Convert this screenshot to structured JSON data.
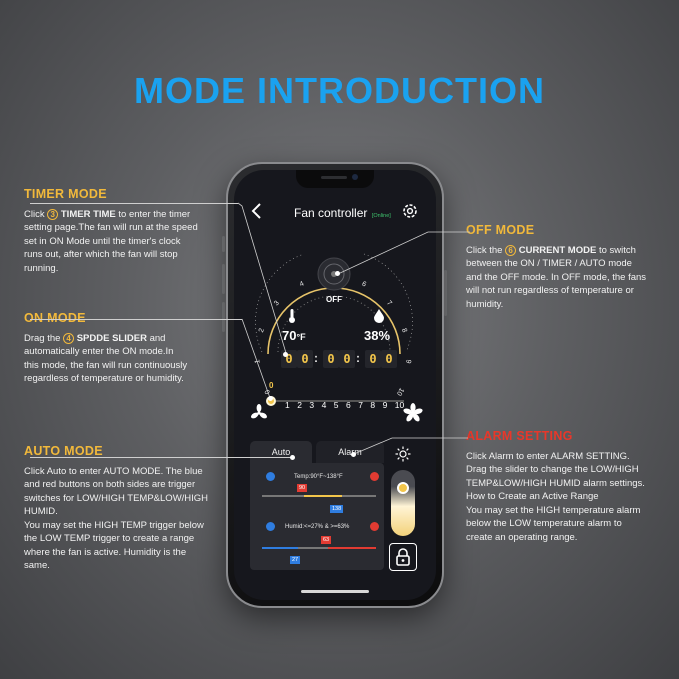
{
  "headline": "MODE INTRODUCTION",
  "timer_mode": {
    "title": "TIMER MODE",
    "num": "3",
    "keyword": "TIMER TIME",
    "lines_first": [
      "Click ",
      " to enter the timer"
    ],
    "lines": [
      "setting page.The fan will run at the speed",
      "set in ON Mode until the timer's clock",
      "runs out, after which the fan will stop",
      "running."
    ]
  },
  "on_mode": {
    "title": "ON MODE",
    "num": "4",
    "keyword": "SPDDE SLIDER",
    "lines_first": [
      "Drag the ",
      " and"
    ],
    "lines": [
      "automatically enter the ON mode.In",
      "this mode, the fan will run continuously",
      "regardless of temperature or humidity."
    ]
  },
  "auto_mode": {
    "title": "AUTO MODE",
    "lines": [
      "Click Auto to enter AUTO MODE. The blue",
      "and red buttons on both sides are trigger",
      "switches for LOW/HIGH TEMP&LOW/HIGH",
      "HUMID.",
      "You may set the HIGH TEMP trigger below",
      "the LOW TEMP trigger to create a range",
      "where the fan is active. Humidity is the",
      "same."
    ]
  },
  "off_mode": {
    "title": "OFF MODE",
    "num": "6",
    "keyword": "CURRENT MODE",
    "lines_first": [
      "Click the ",
      " to switch"
    ],
    "lines": [
      "between the ON / TIMER / AUTO mode",
      "and the OFF mode. In OFF mode, the fans",
      "will not run regardless of temperature or",
      "humidity."
    ]
  },
  "alarm_setting": {
    "title": "ALARM SETTING",
    "lines": [
      "Click Alarm to enter ALARM SETTING.",
      "Drag the slider to change the LOW/HIGH",
      "TEMP&LOW/HIGH HUMID alarm settings.",
      "How to Create an Active Range",
      "You may set the HIGH temperature alarm",
      "below the LOW temperature alarm to",
      "create an operating range."
    ]
  },
  "app": {
    "title": "Fan controller",
    "status": "[Online]",
    "mode_label": "OFF",
    "temperature": "70",
    "temp_unit": "°F",
    "humidity": "38%",
    "timer_digits": [
      "0",
      "0",
      "0",
      "0",
      "0",
      "0"
    ],
    "dial_numbers": [
      "0",
      "1",
      "2",
      "3",
      "4",
      "5",
      "6",
      "7",
      "8",
      "9",
      "10"
    ],
    "speed_marker": "0",
    "speed_numbers": [
      "1",
      "2",
      "3",
      "4",
      "5",
      "6",
      "7",
      "8",
      "9",
      "10"
    ],
    "tabs": {
      "auto": "Auto",
      "alarm": "Alarm"
    },
    "temp_range_label": "Temp:90°F~138°F",
    "temp_low_value": "90",
    "temp_high_value": "138",
    "humid_range_label": "Humid:<=27% & >=63%",
    "humid_high_value": "63",
    "humid_low_value": "27"
  },
  "colors": {
    "accent_blue": "#1aa2f0",
    "accent_yellow": "#f2b93b",
    "accent_red": "#e8372a",
    "knob_blue": "#2f7de0",
    "knob_red": "#e23b32"
  }
}
